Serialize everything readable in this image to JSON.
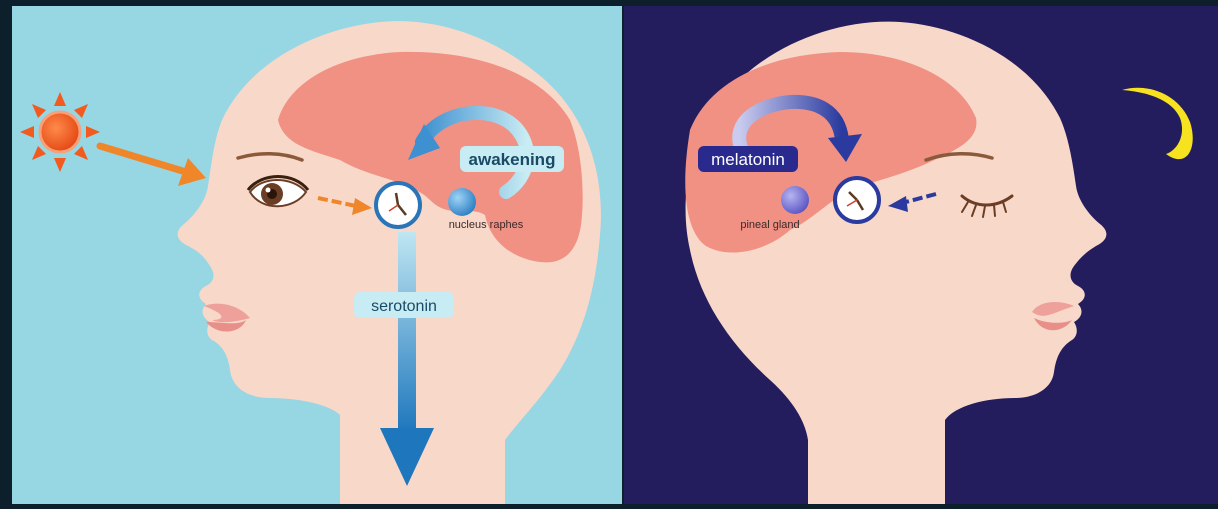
{
  "day_panel": {
    "label_awakening": "awakening",
    "label_nucleus": "nucleus raphes",
    "label_serotonin": "serotonin"
  },
  "night_panel": {
    "label_melatonin": "melatonin",
    "label_pineal": "pineal gland"
  },
  "colors": {
    "day_bg": "#97d6e3",
    "night_bg": "#241d5d",
    "skin": "#f8d8c9",
    "brain": "#f09184",
    "sun": "#f25a1e",
    "moon": "#f7e21f",
    "day_arrow": "#3e90d0",
    "night_arrow": "#2a3a9e"
  },
  "icons": [
    "sun-icon",
    "moon-icon",
    "clock-icon",
    "eye-icon",
    "closed-eye-icon"
  ]
}
